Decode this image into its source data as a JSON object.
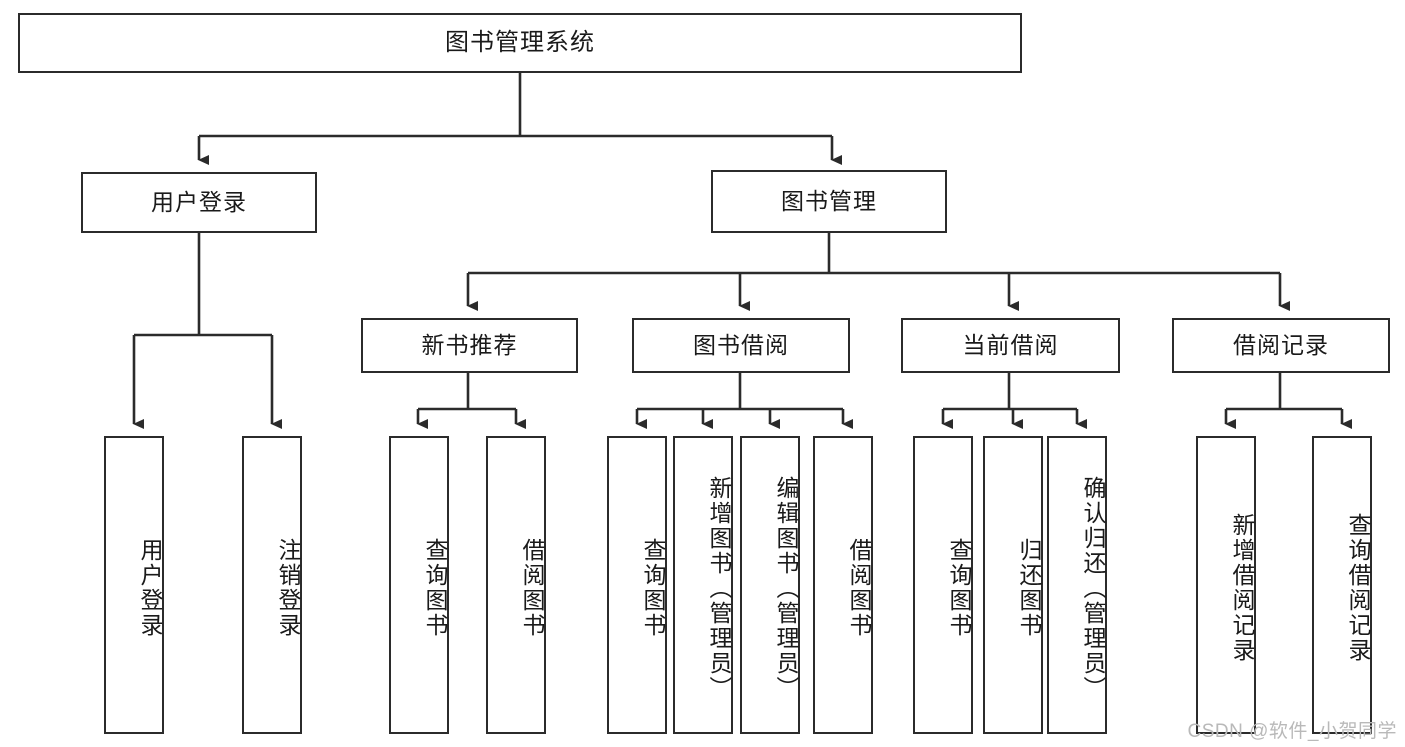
{
  "diagram": {
    "title": "图书管理系统",
    "type": "tree-hierarchy",
    "root": {
      "id": "root",
      "label": "图书管理系统"
    },
    "level1": [
      {
        "id": "user-login",
        "label": "用户登录"
      },
      {
        "id": "book-manage",
        "label": "图书管理"
      }
    ],
    "level2": [
      {
        "id": "new-book-recommend",
        "label": "新书推荐",
        "parent": "book-manage"
      },
      {
        "id": "book-borrow",
        "label": "图书借阅",
        "parent": "book-manage"
      },
      {
        "id": "current-borrow",
        "label": "当前借阅",
        "parent": "book-manage"
      },
      {
        "id": "borrow-record",
        "label": "借阅记录",
        "parent": "book-manage"
      }
    ],
    "leaves": {
      "user_login": [
        {
          "id": "leaf-user-login",
          "label": "用户登录"
        },
        {
          "id": "leaf-logout-login",
          "label": "注销登录"
        }
      ],
      "new_book_recommend": [
        {
          "id": "leaf-query-book-1",
          "label": "查询图书"
        },
        {
          "id": "leaf-borrow-book-1",
          "label": "借阅图书"
        }
      ],
      "book_borrow": [
        {
          "id": "leaf-query-book-2",
          "label": "查询图书"
        },
        {
          "id": "leaf-add-book",
          "label": "新增图书（管理员）"
        },
        {
          "id": "leaf-edit-book",
          "label": "编辑图书（管理员）"
        },
        {
          "id": "leaf-borrow-book-2",
          "label": "借阅图书"
        }
      ],
      "current_borrow": [
        {
          "id": "leaf-query-book-3",
          "label": "查询图书"
        },
        {
          "id": "leaf-return-book",
          "label": "归还图书"
        },
        {
          "id": "leaf-confirm-return",
          "label": "确认归还（管理员）"
        }
      ],
      "borrow_record": [
        {
          "id": "leaf-add-record",
          "label": "新增借阅记录"
        },
        {
          "id": "leaf-query-record",
          "label": "查询借阅记录"
        }
      ]
    },
    "colors": {
      "stroke": "#2b2b2b",
      "fill": "#ffffff",
      "text": "#1a1a1a",
      "watermark": "#b9b9b9"
    }
  },
  "watermark": {
    "text": "CSDN @软件_小贺同学"
  }
}
